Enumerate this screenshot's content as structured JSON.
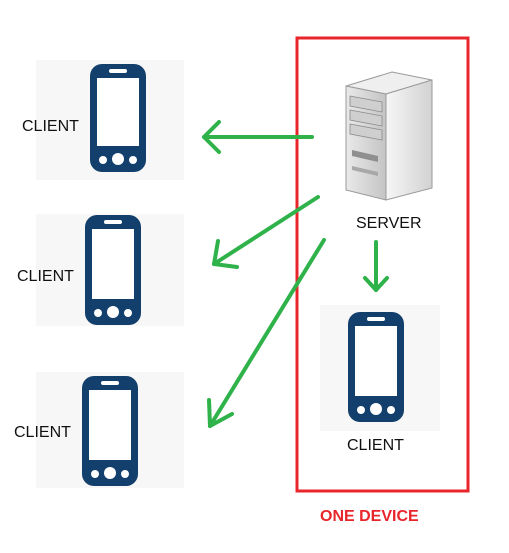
{
  "diagram": {
    "server": {
      "label": "SERVER",
      "icon": "server-tower-icon"
    },
    "clients": [
      {
        "label": "CLIENT",
        "icon": "mobile-phone-icon"
      },
      {
        "label": "CLIENT",
        "icon": "mobile-phone-icon"
      },
      {
        "label": "CLIENT",
        "icon": "mobile-phone-icon"
      },
      {
        "label": "CLIENT",
        "icon": "mobile-phone-icon"
      }
    ],
    "group_caption": "ONE DEVICE",
    "colors": {
      "phone": "#123f6b",
      "arrow": "#2fb24a",
      "group_border": "#e8252b",
      "caption": "#e8252b",
      "server_body": "#d9d9d9"
    }
  }
}
